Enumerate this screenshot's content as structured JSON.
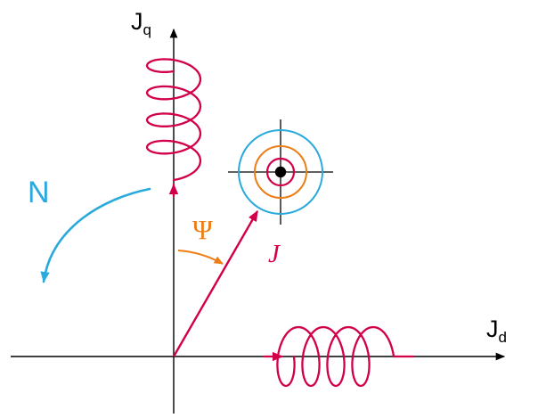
{
  "colors": {
    "background": "#ffffff",
    "black": "#000000",
    "crimson": "#d2004b",
    "cyan": "#29a9dc",
    "orange": "#ed7d14"
  },
  "labels": {
    "q_axis": {
      "base": "J",
      "sub": "q"
    },
    "d_axis": {
      "base": "J",
      "sub": "d"
    },
    "rotation": "N",
    "angle": "Ψ",
    "current_vector": "J"
  }
}
